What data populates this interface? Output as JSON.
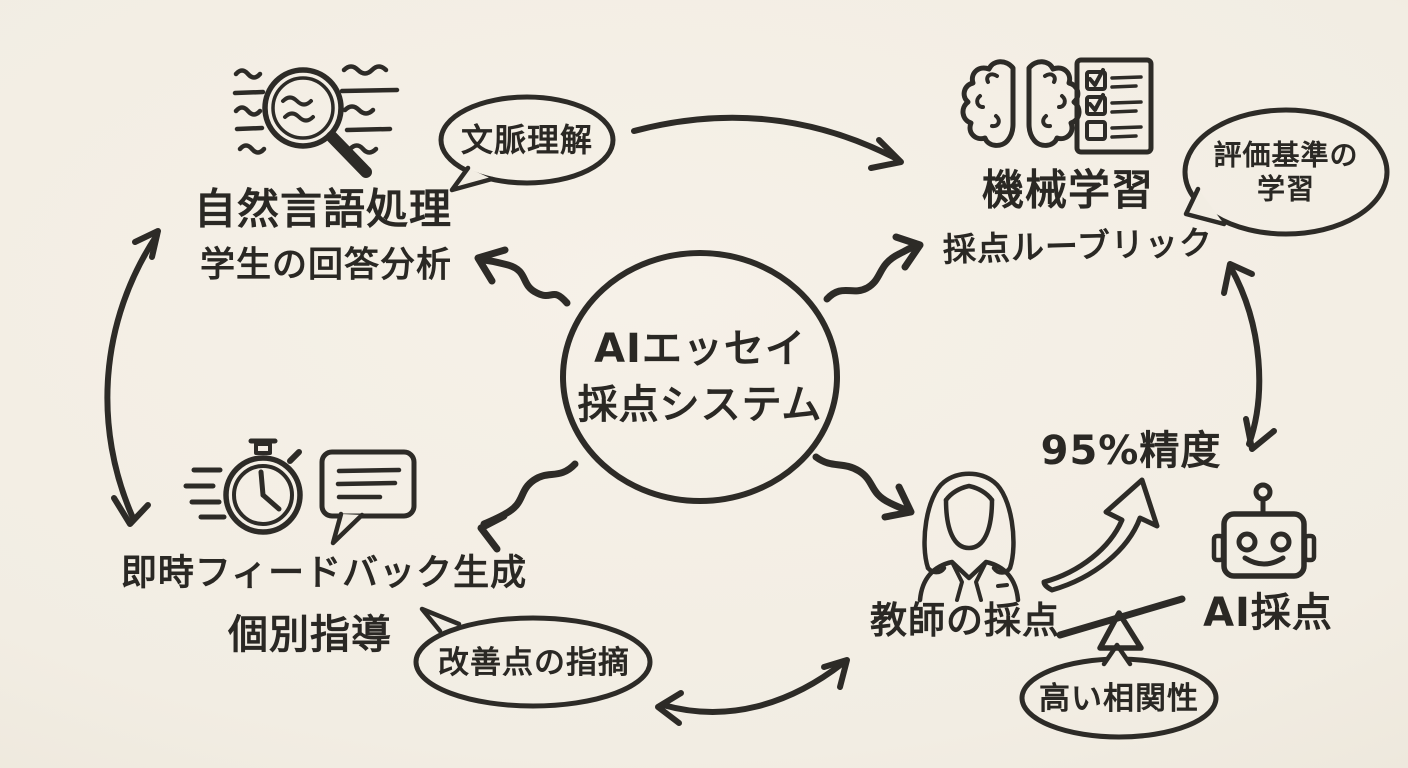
{
  "palette": {
    "paper": "#f2ede3",
    "ink": "#2d2b27"
  },
  "center_node": {
    "line1": "AIエッセイ",
    "line2": "採点システム"
  },
  "nlp": {
    "title": "自然言語処理",
    "subtitle": "学生の回答分析",
    "icon": "document-search-icon"
  },
  "ml": {
    "title": "機械学習",
    "subtitle": "採点ルーブリック",
    "icons": [
      "brain-icon",
      "checklist-icon"
    ]
  },
  "feedback": {
    "title": "即時フィードバック生成",
    "subtitle": "個別指導",
    "icons": [
      "stopwatch-icon",
      "chat-bubble-icon"
    ]
  },
  "comparison": {
    "teacher_label": "教師の採点",
    "teacher_icon": "teacher-icon",
    "accuracy_label": "95%精度",
    "growth_icon": "swoosh-up-arrow-icon",
    "balance_icon": "seesaw-balance-icon",
    "ai_label": "AI採点",
    "ai_icon": "robot-icon"
  },
  "bubbles": {
    "context": "文脈理解",
    "criteria_line1": "評価基準の",
    "criteria_line2": "学習",
    "improvement": "改善点の指摘",
    "correlation": "高い相関性"
  }
}
